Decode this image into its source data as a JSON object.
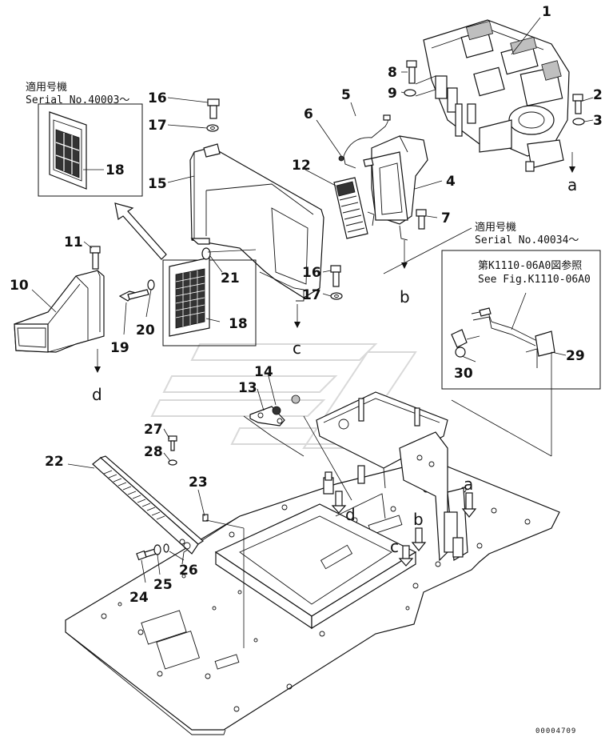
{
  "diagram": {
    "serial_notes": {
      "left": {
        "line1": "適用号機",
        "line2": "Serial No.40003～"
      },
      "right": {
        "line1": "適用号機",
        "line2": "Serial No.40034～"
      },
      "reference": {
        "line1": "第K1110-06A0図参照",
        "line2": "See Fig.K1110-06A0"
      }
    },
    "callouts": [
      {
        "id": "c1",
        "text": "1"
      },
      {
        "id": "c2",
        "text": "2"
      },
      {
        "id": "c3",
        "text": "3"
      },
      {
        "id": "c4",
        "text": "4"
      },
      {
        "id": "c5",
        "text": "5"
      },
      {
        "id": "c6",
        "text": "6"
      },
      {
        "id": "c7",
        "text": "7"
      },
      {
        "id": "c8",
        "text": "8"
      },
      {
        "id": "c9",
        "text": "9"
      },
      {
        "id": "c10",
        "text": "10"
      },
      {
        "id": "c11",
        "text": "11"
      },
      {
        "id": "c12",
        "text": "12"
      },
      {
        "id": "c13",
        "text": "13"
      },
      {
        "id": "c14",
        "text": "14"
      },
      {
        "id": "c15",
        "text": "15"
      },
      {
        "id": "c16a",
        "text": "16"
      },
      {
        "id": "c16b",
        "text": "16"
      },
      {
        "id": "c17a",
        "text": "17"
      },
      {
        "id": "c17b",
        "text": "17"
      },
      {
        "id": "c18a",
        "text": "18"
      },
      {
        "id": "c18b",
        "text": "18"
      },
      {
        "id": "c19",
        "text": "19"
      },
      {
        "id": "c20",
        "text": "20"
      },
      {
        "id": "c21",
        "text": "21"
      },
      {
        "id": "c22",
        "text": "22"
      },
      {
        "id": "c23",
        "text": "23"
      },
      {
        "id": "c24",
        "text": "24"
      },
      {
        "id": "c25",
        "text": "25"
      },
      {
        "id": "c26",
        "text": "26"
      },
      {
        "id": "c27",
        "text": "27"
      },
      {
        "id": "c28",
        "text": "28"
      },
      {
        "id": "c29",
        "text": "29"
      },
      {
        "id": "c30",
        "text": "30"
      }
    ],
    "flow_labels": [
      {
        "id": "a_top",
        "text": "a"
      },
      {
        "id": "b_top",
        "text": "b"
      },
      {
        "id": "c_top",
        "text": "c"
      },
      {
        "id": "d_top",
        "text": "d"
      },
      {
        "id": "a_bot",
        "text": "a"
      },
      {
        "id": "b_bot",
        "text": "b"
      },
      {
        "id": "c_bot",
        "text": "c"
      },
      {
        "id": "d_bot",
        "text": "d"
      }
    ],
    "document_number": "00004709"
  }
}
